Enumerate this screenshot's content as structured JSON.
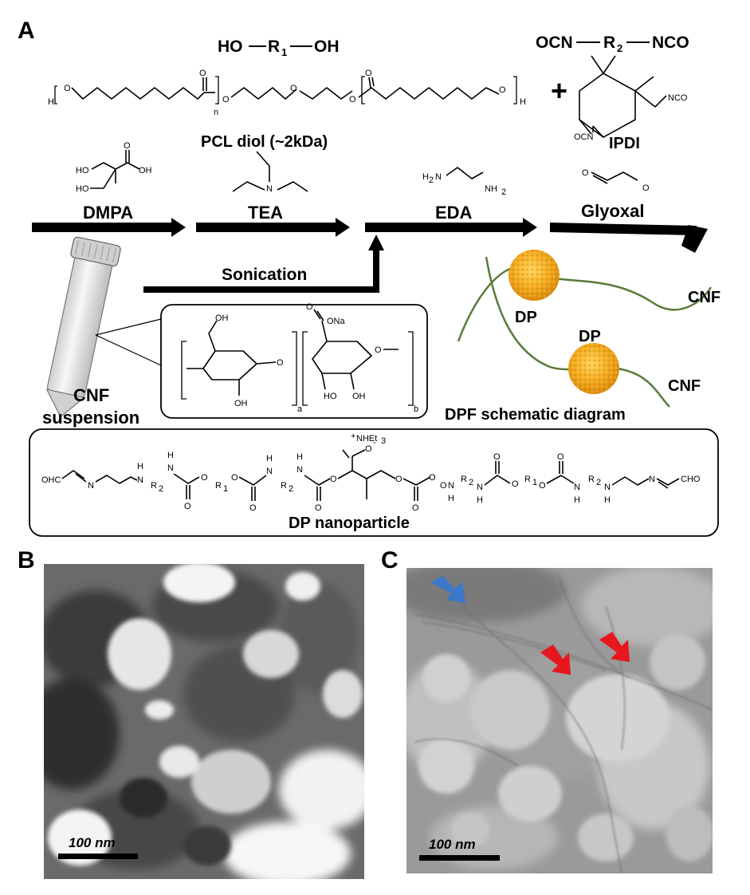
{
  "panels": {
    "a": "A",
    "b": "B",
    "c": "C"
  },
  "formula1": {
    "pre": "HO",
    "r": "R",
    "sub": "1",
    "post": "OH"
  },
  "formula2": {
    "pre": "OCN",
    "r": "R",
    "sub": "2",
    "post": "NCO"
  },
  "plus": "+",
  "pcl": {
    "name": "PCL diol (~2kDa)",
    "h": "H",
    "o": "O",
    "n": "n"
  },
  "ipdi": {
    "name": "IPDI",
    "nco_r": "NCO",
    "nco_l": "OCN"
  },
  "reagents": {
    "dmpa": "DMPA",
    "tea": "TEA",
    "eda": "EDA",
    "glyoxal": "Glyoxal",
    "sonication": "Sonication"
  },
  "dmpa_atoms": {
    "ho1": "HO",
    "ho2": "HO",
    "oh": "OH",
    "o": "O"
  },
  "tea_atoms": {
    "n": "N"
  },
  "eda_atoms": {
    "h2n": "H",
    "nh2": "NH",
    "sub2": "2"
  },
  "glyoxal_atoms": {
    "o": "O"
  },
  "cnf_tube": {
    "line1": "CNF",
    "line2": "suspension"
  },
  "cellulose": {
    "oh": "OH",
    "ona": "ONa",
    "o": "O",
    "ho": "HO",
    "a": "a",
    "b": "b"
  },
  "dpf": {
    "dp": "DP",
    "cnf": "CNF",
    "caption": "DPF schematic diagram"
  },
  "dp_chain": {
    "ohc": "OHC",
    "cho": "CHO",
    "n": "N",
    "h": "H",
    "r1": "R",
    "r2": "R",
    "s1": "1",
    "s2": "2",
    "o": "O",
    "nhet": "NHEt",
    "sub3": "3",
    "plus": "+",
    "minus": "-",
    "caption": "DP nanoparticle"
  },
  "scale_b": "100 nm",
  "scale_c": "100 nm",
  "colors": {
    "arrow": "#000000",
    "dp": "#f2a81c",
    "cnf": "#5a7a3a",
    "arrow_blue": "#3a78c8",
    "arrow_red": "#e8171e"
  }
}
